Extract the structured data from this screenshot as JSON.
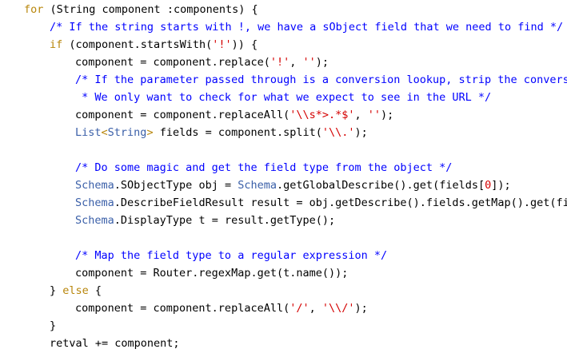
{
  "colors": {
    "plain": "#000000",
    "keyword": "#b8860b",
    "comment": "#0000ff",
    "string": "#d40000",
    "type": "#3a5fa8",
    "number": "#d40000"
  },
  "lines": [
    {
      "indent": 0,
      "tokens": [
        {
          "t": "for",
          "k": "keyword"
        },
        {
          "t": " (String component :components) {",
          "k": "plain"
        }
      ]
    },
    {
      "indent": 1,
      "tokens": [
        {
          "t": "/* If the string starts with !, we have a sObject field that we need to find */",
          "k": "comment"
        }
      ]
    },
    {
      "indent": 1,
      "tokens": [
        {
          "t": "if",
          "k": "keyword"
        },
        {
          "t": " (component.startsWith(",
          "k": "plain"
        },
        {
          "t": "'!'",
          "k": "string"
        },
        {
          "t": ")) {",
          "k": "plain"
        }
      ]
    },
    {
      "indent": 2,
      "tokens": [
        {
          "t": "component = component.replace(",
          "k": "plain"
        },
        {
          "t": "'!'",
          "k": "string"
        },
        {
          "t": ", ",
          "k": "plain"
        },
        {
          "t": "''",
          "k": "string"
        },
        {
          "t": ");",
          "k": "plain"
        }
      ]
    },
    {
      "indent": 2,
      "tokens": [
        {
          "t": "/* If the parameter passed through is a conversion lookup, strip the conversi",
          "k": "comment"
        }
      ]
    },
    {
      "indent": 2,
      "tokens": [
        {
          "t": " * We only want to check for what we expect to see in the URL */",
          "k": "comment"
        }
      ]
    },
    {
      "indent": 2,
      "tokens": [
        {
          "t": "component = component.replaceAll(",
          "k": "plain"
        },
        {
          "t": "'\\\\s*>.*$'",
          "k": "string"
        },
        {
          "t": ", ",
          "k": "plain"
        },
        {
          "t": "''",
          "k": "string"
        },
        {
          "t": ");",
          "k": "plain"
        }
      ]
    },
    {
      "indent": 2,
      "tokens": [
        {
          "t": "List",
          "k": "type"
        },
        {
          "t": "<",
          "k": "keyword"
        },
        {
          "t": "String",
          "k": "type"
        },
        {
          "t": ">",
          "k": "keyword"
        },
        {
          "t": " fields = component.split(",
          "k": "plain"
        },
        {
          "t": "'\\\\.'",
          "k": "string"
        },
        {
          "t": ");",
          "k": "plain"
        }
      ]
    },
    {
      "indent": 0,
      "tokens": []
    },
    {
      "indent": 2,
      "tokens": [
        {
          "t": "/* Do some magic and get the field type from the object */",
          "k": "comment"
        }
      ]
    },
    {
      "indent": 2,
      "tokens": [
        {
          "t": "Schema",
          "k": "type"
        },
        {
          "t": ".SObjectType obj = ",
          "k": "plain"
        },
        {
          "t": "Schema",
          "k": "type"
        },
        {
          "t": ".getGlobalDescribe().get(fields[",
          "k": "plain"
        },
        {
          "t": "0",
          "k": "number"
        },
        {
          "t": "]);",
          "k": "plain"
        }
      ]
    },
    {
      "indent": 2,
      "tokens": [
        {
          "t": "Schema",
          "k": "type"
        },
        {
          "t": ".DescribeFieldResult result = obj.getDescribe().fields.getMap().get(fie",
          "k": "plain"
        }
      ]
    },
    {
      "indent": 2,
      "tokens": [
        {
          "t": "Schema",
          "k": "type"
        },
        {
          "t": ".DisplayType t = result.getType();",
          "k": "plain"
        }
      ]
    },
    {
      "indent": 0,
      "tokens": []
    },
    {
      "indent": 2,
      "tokens": [
        {
          "t": "/* Map the field type to a regular expression */",
          "k": "comment"
        }
      ]
    },
    {
      "indent": 2,
      "tokens": [
        {
          "t": "component = Router.regexMap.get(t.name());",
          "k": "plain"
        }
      ]
    },
    {
      "indent": 1,
      "tokens": [
        {
          "t": "} ",
          "k": "plain"
        },
        {
          "t": "else",
          "k": "keyword"
        },
        {
          "t": " {",
          "k": "plain"
        }
      ]
    },
    {
      "indent": 2,
      "tokens": [
        {
          "t": "component = component.replaceAll(",
          "k": "plain"
        },
        {
          "t": "'/'",
          "k": "string"
        },
        {
          "t": ", ",
          "k": "plain"
        },
        {
          "t": "'\\\\/'",
          "k": "string"
        },
        {
          "t": ");",
          "k": "plain"
        }
      ]
    },
    {
      "indent": 1,
      "tokens": [
        {
          "t": "}",
          "k": "plain"
        }
      ]
    },
    {
      "indent": 1,
      "tokens": [
        {
          "t": "retval += component;",
          "k": "plain"
        }
      ]
    }
  ]
}
